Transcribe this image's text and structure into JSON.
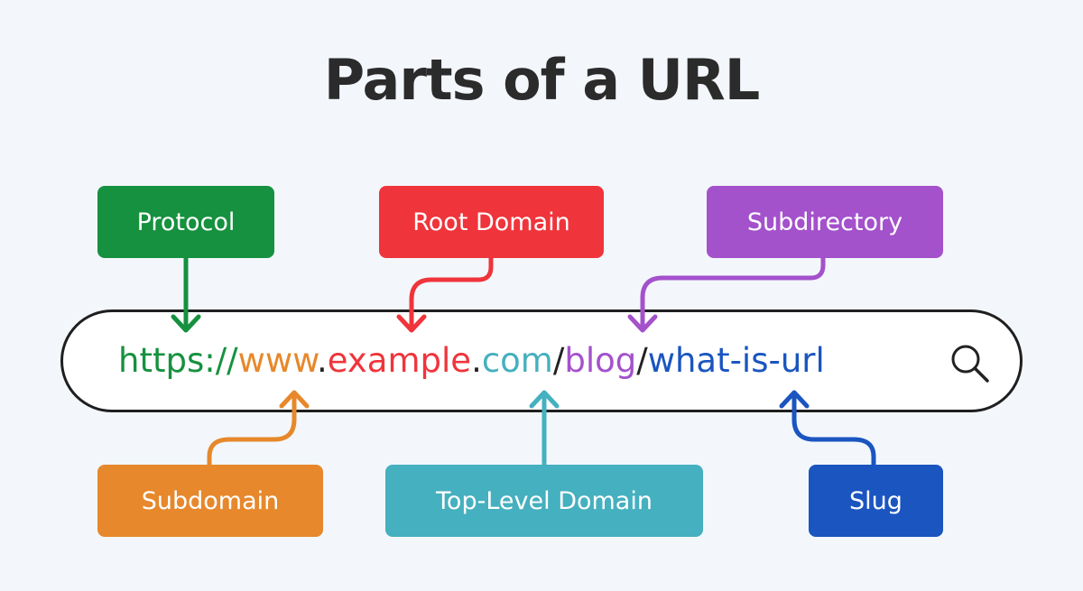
{
  "title": "Parts of a URL",
  "url": {
    "protocol": "https://",
    "subdomain": "www",
    "dot1": ".",
    "root_domain": "example",
    "dot2": ".",
    "tld": "com",
    "slash1": "/",
    "subdirectory": "blog",
    "slash2": "/",
    "slug": "what-is-url"
  },
  "labels": {
    "protocol": "Protocol",
    "root_domain": "Root Domain",
    "subdirectory": "Subdirectory",
    "subdomain": "Subdomain",
    "tld": "Top-Level Domain",
    "slug": "Slug"
  },
  "colors": {
    "protocol": "#16913f",
    "root_domain": "#f0343b",
    "subdirectory": "#a451cc",
    "subdomain": "#e6882b",
    "tld": "#45b0bf",
    "slug": "#1a55c0",
    "text_dark": "#222222",
    "background": "#f3f7fc"
  },
  "icons": {
    "search": "search-icon"
  }
}
